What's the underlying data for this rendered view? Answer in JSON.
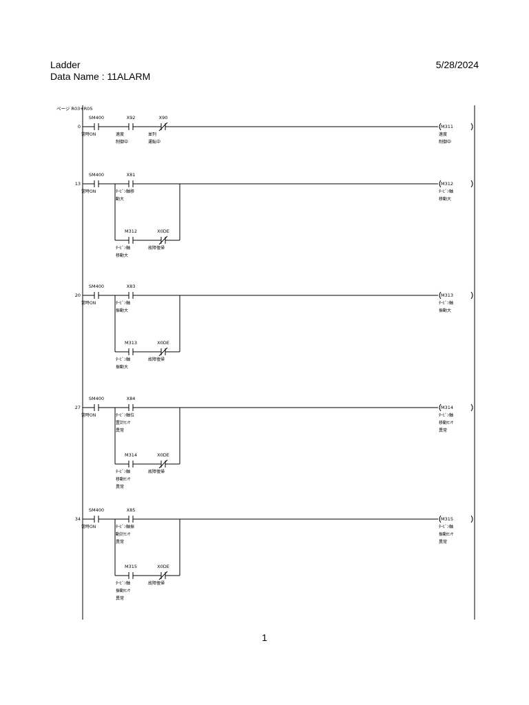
{
  "header": {
    "title": "Ladder",
    "data_name": "Data Name : 11ALARM",
    "date": "5/28/2024"
  },
  "page_ref": "ページ R03+R05",
  "page_number": "1",
  "rungs": [
    {
      "step": "0",
      "contacts": [
        {
          "device": "SM400",
          "type": "NO",
          "comment": [
            "常時ON"
          ]
        },
        {
          "device": "X92",
          "type": "NO",
          "comment": [
            "速度",
            "制御中"
          ]
        },
        {
          "device": "X90",
          "type": "NC",
          "comment": [
            "並列",
            "運転中"
          ]
        }
      ],
      "coil": {
        "device": "M311",
        "comment": [
          "速度",
          "制御中"
        ]
      }
    },
    {
      "step": "13",
      "contacts": [
        {
          "device": "SM400",
          "type": "NO",
          "comment": [
            "常時ON"
          ]
        },
        {
          "device": "X81",
          "type": "NO",
          "comment": [
            "ﾀｰﾋﾞﾝ軸移",
            "動大"
          ]
        }
      ],
      "branch": [
        {
          "device": "M312",
          "type": "NO",
          "comment": [
            "ﾀｰﾋﾞﾝ軸",
            "移動大"
          ]
        },
        {
          "device": "X0DE",
          "type": "NC",
          "comment": [
            "故障復帰"
          ]
        }
      ],
      "coil": {
        "device": "M312",
        "comment": [
          "ﾀｰﾋﾞﾝ軸",
          "移動大"
        ]
      }
    },
    {
      "step": "20",
      "contacts": [
        {
          "device": "SM400",
          "type": "NO",
          "comment": [
            "常時ON"
          ]
        },
        {
          "device": "X83",
          "type": "NO",
          "comment": [
            "ﾀｰﾋﾞﾝ軸",
            "振動大"
          ]
        }
      ],
      "branch": [
        {
          "device": "M313",
          "type": "NO",
          "comment": [
            "ﾀｰﾋﾞﾝ軸",
            "振動大"
          ]
        },
        {
          "device": "X0DE",
          "type": "NC",
          "comment": [
            "故障復帰"
          ]
        }
      ],
      "coil": {
        "device": "M313",
        "comment": [
          "ﾀｰﾋﾞﾝ軸",
          "振動大"
        ]
      }
    },
    {
      "step": "27",
      "contacts": [
        {
          "device": "SM400",
          "type": "NO",
          "comment": [
            "常時ON"
          ]
        },
        {
          "device": "X84",
          "type": "NO",
          "comment": [
            "ﾀｰﾋﾞﾝ軸位",
            "置計ｾﾝｻ",
            "異常"
          ]
        }
      ],
      "branch": [
        {
          "device": "M314",
          "type": "NO",
          "comment": [
            "ﾀｰﾋﾞﾝ軸",
            "移動ｾﾝｻ",
            "異常"
          ]
        },
        {
          "device": "X0DE",
          "type": "NC",
          "comment": [
            "故障復帰"
          ]
        }
      ],
      "coil": {
        "device": "M314",
        "comment": [
          "ﾀｰﾋﾞﾝ軸",
          "移動ｾﾝｻ",
          "異常"
        ]
      }
    },
    {
      "step": "34",
      "contacts": [
        {
          "device": "SM400",
          "type": "NO",
          "comment": [
            "常時ON"
          ]
        },
        {
          "device": "X85",
          "type": "NO",
          "comment": [
            "ﾀｰﾋﾞﾝ軸振",
            "動計ｾﾝｻ",
            "異常"
          ]
        }
      ],
      "branch": [
        {
          "device": "M315",
          "type": "NO",
          "comment": [
            "ﾀｰﾋﾞﾝ軸",
            "振動ｾﾝｻ",
            "異常"
          ]
        },
        {
          "device": "X0DE",
          "type": "NC",
          "comment": [
            "故障復帰"
          ]
        }
      ],
      "coil": {
        "device": "M315",
        "comment": [
          "ﾀｰﾋﾞﾝ軸",
          "振動ｾﾝｻ",
          "異常"
        ]
      }
    }
  ]
}
